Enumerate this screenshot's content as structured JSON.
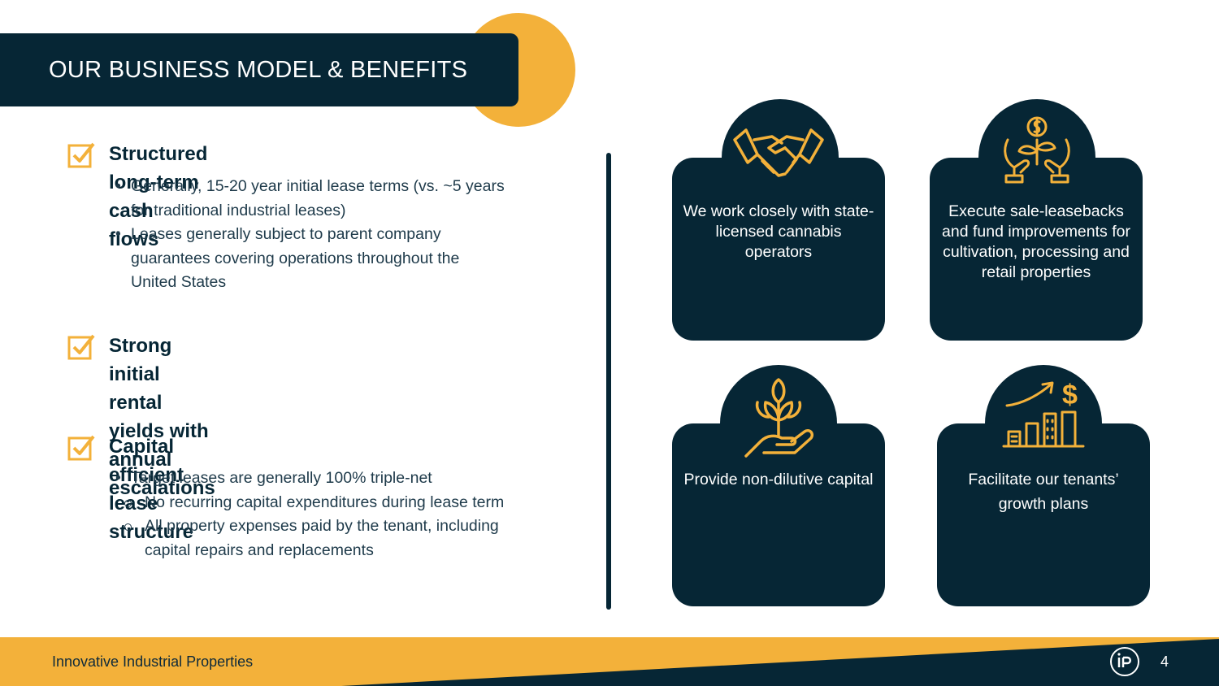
{
  "slide": {
    "title": "OUR BUSINESS MODEL & BENEFITS",
    "page_number": "4",
    "footer_company": "Innovative Industrial Properties"
  },
  "colors": {
    "navy": "#062635",
    "gold": "#f3b13a",
    "text": "#1e3a4a"
  },
  "sections": [
    {
      "title": "Structured long-term cash flows",
      "bullets": [
        "Generally, 15-20 year initial lease terms (vs. ~5 years for traditional industrial leases)",
        "Leases generally subject to parent company guarantees covering operations throughout the United States"
      ]
    },
    {
      "title_line1": "Strong initial rental yields with",
      "title_line2": "annual escalations"
    },
    {
      "title": "Capital efficient lease structure",
      "bullet": "Target leases are generally 100% triple-net",
      "sub_bullets": [
        "No recurring capital expenditures during lease term",
        "All property expenses paid by the tenant, including capital repairs and replacements"
      ]
    }
  ],
  "cards": [
    {
      "icon": "handshake-icon",
      "text": "We work closely with state-licensed cannabis operators"
    },
    {
      "icon": "plant-coin-hands-icon",
      "text": "Execute sale-leasebacks and fund improvements for cultivation, processing and retail properties"
    },
    {
      "icon": "hand-sprout-icon",
      "text": "Provide non-dilutive capital"
    },
    {
      "icon": "growth-chart-dollar-icon",
      "text": "Facilitate our tenants’ growth plans"
    }
  ],
  "logo": {
    "icon": "iip-logo-icon",
    "mark": "IIP"
  }
}
